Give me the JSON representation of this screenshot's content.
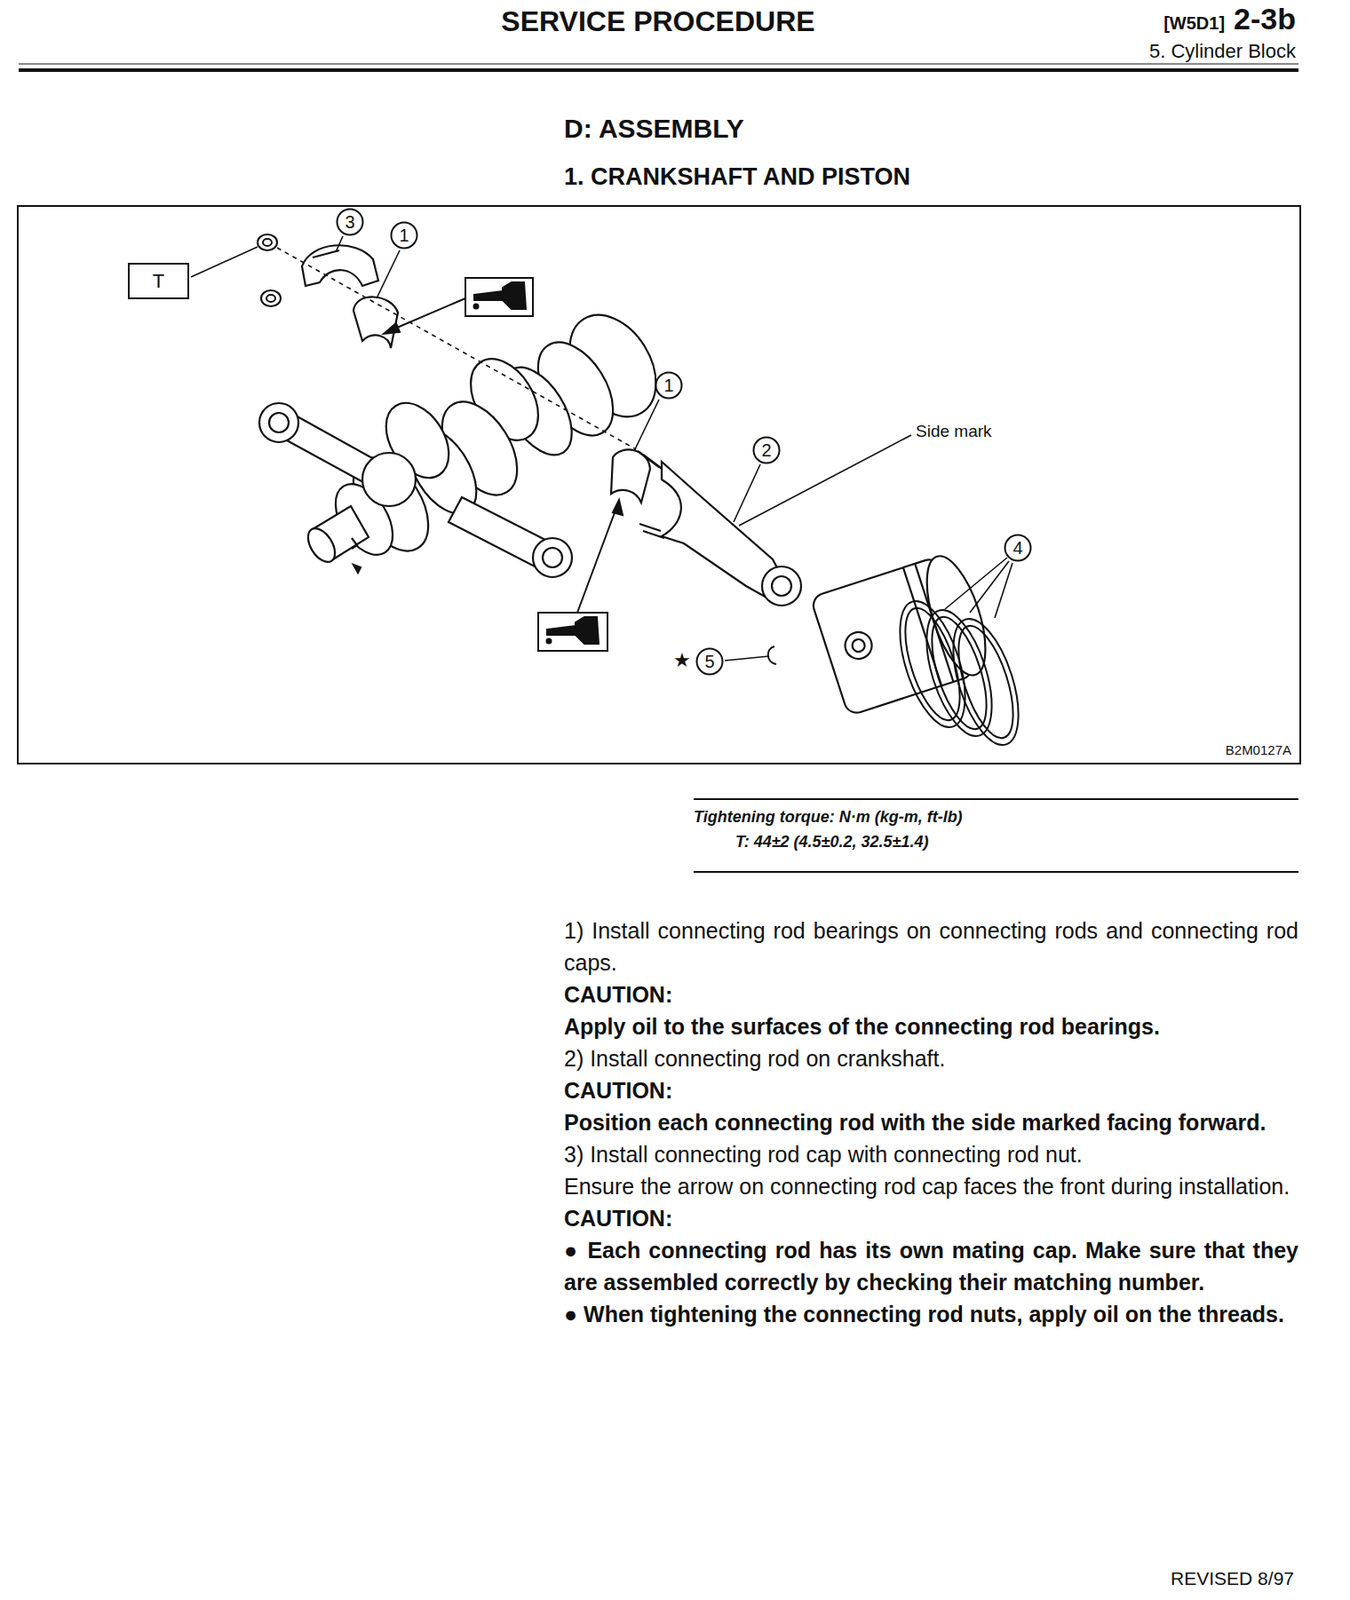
{
  "diagram": {
    "title": "SERVICE PROCEDURE",
    "nodes": [
      {
        "text": [
          "3"
        ]
      },
      {
        "text": [
          "1"
        ]
      },
      {
        "text": [
          "T"
        ]
      },
      {
        "text": [
          "1"
        ]
      },
      {
        "text": [
          "2"
        ]
      },
      {
        "text": [
          "4"
        ]
      },
      {
        "text": [
          "5"
        ]
      }
    ],
    "labels": [
      "[W5D1]",
      "2-3b",
      "5. Cylinder Block",
      "D: ASSEMBLY",
      "1. CRANKSHAFT AND PISTON",
      "Side mark",
      "★",
      "B2M0127A",
      "Tightening torque: N·m (kg-m, ft-lb)",
      "T: 44±2 (4.5±0.2, 32.5±1.4)",
      "1) Install connecting rod bearings on connecting rods and connecting rod caps.",
      "CAUTION:",
      "Apply oil to the surfaces of the connecting rod bearings.",
      "2) Install connecting rod on crankshaft.",
      "CAUTION:",
      "Position each connecting rod with the side marked facing forward.",
      "3) Install connecting rod cap with connecting rod nut.",
      "Ensure the arrow on connecting rod cap faces the front during installation.",
      "CAUTION:",
      "● Each connecting rod has its own mating cap. Make sure that they are assembled correctly by checking their matching number.",
      "● When tightening the connecting rod nuts, apply oil on the threads.",
      "REVISED 8/97"
    ]
  }
}
